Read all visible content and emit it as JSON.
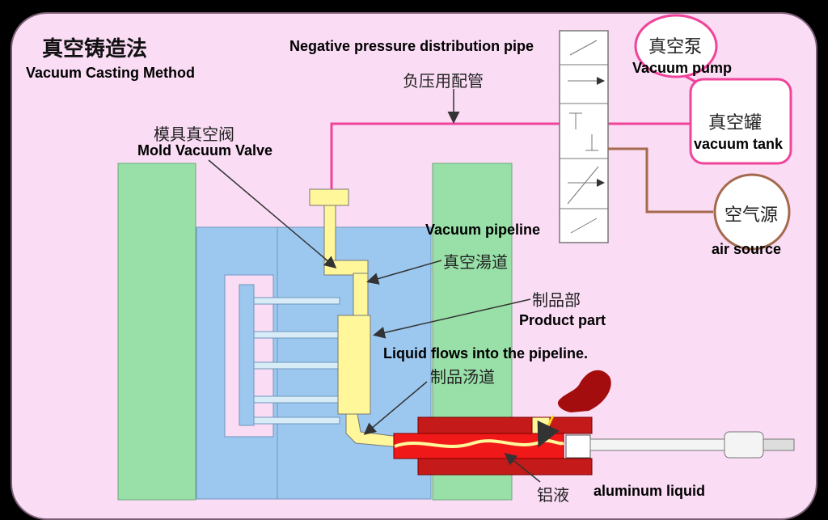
{
  "title": {
    "zh": "真空铸造法",
    "en": "Vacuum Casting Method"
  },
  "labels": {
    "neg_pipe_en": "Negative pressure distribution pipe",
    "neg_pipe_zh": "负压用配管",
    "vacuum_pump_zh": "真空泵",
    "vacuum_pump_en": "Vacuum pump",
    "vacuum_tank_zh": "真空罐",
    "vacuum_tank_en": "vacuum tank",
    "air_source_zh": "空气源",
    "air_source_en": "air source",
    "mold_valve_zh": "模具真空阀",
    "mold_valve_en": "Mold Vacuum Valve",
    "vacuum_pipeline_en": "Vacuum pipeline",
    "vacuum_pipeline_zh": "真空湯道",
    "product_part_zh": "制品部",
    "product_part_en": "Product part",
    "liquid_flow_en": "Liquid flows into the pipeline.",
    "product_runner_zh": "制品汤道",
    "aluminum_zh": "铝液",
    "aluminum_en": "aluminum liquid"
  },
  "colors": {
    "background": "#fadcf4",
    "frame": "#7a5f74",
    "platen": "#98e0a8",
    "mold": "#9cc8f0",
    "yellow": "#fff79a",
    "pink_line": "#f0439a",
    "brown_line": "#a46a4e",
    "sleeve": "#c41a1a",
    "molten": "#f01818"
  }
}
